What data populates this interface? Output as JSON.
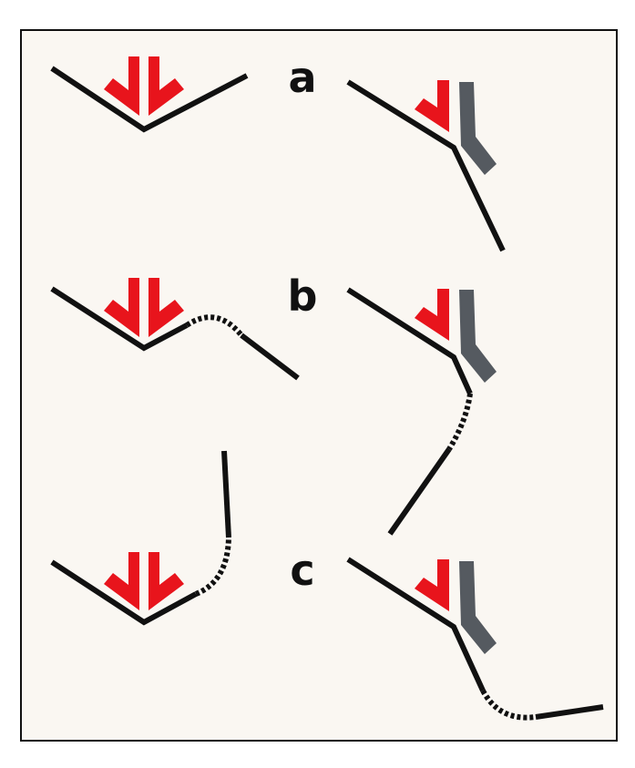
{
  "panels": [
    {
      "id": "a",
      "label": "a"
    },
    {
      "id": "b",
      "label": "b"
    },
    {
      "id": "c",
      "label": "c"
    }
  ],
  "colors": {
    "background": "#faf7f2",
    "border": "#111111",
    "line": "#111111",
    "red_arrow": "#e8141c",
    "grey_block": "#555a60"
  }
}
